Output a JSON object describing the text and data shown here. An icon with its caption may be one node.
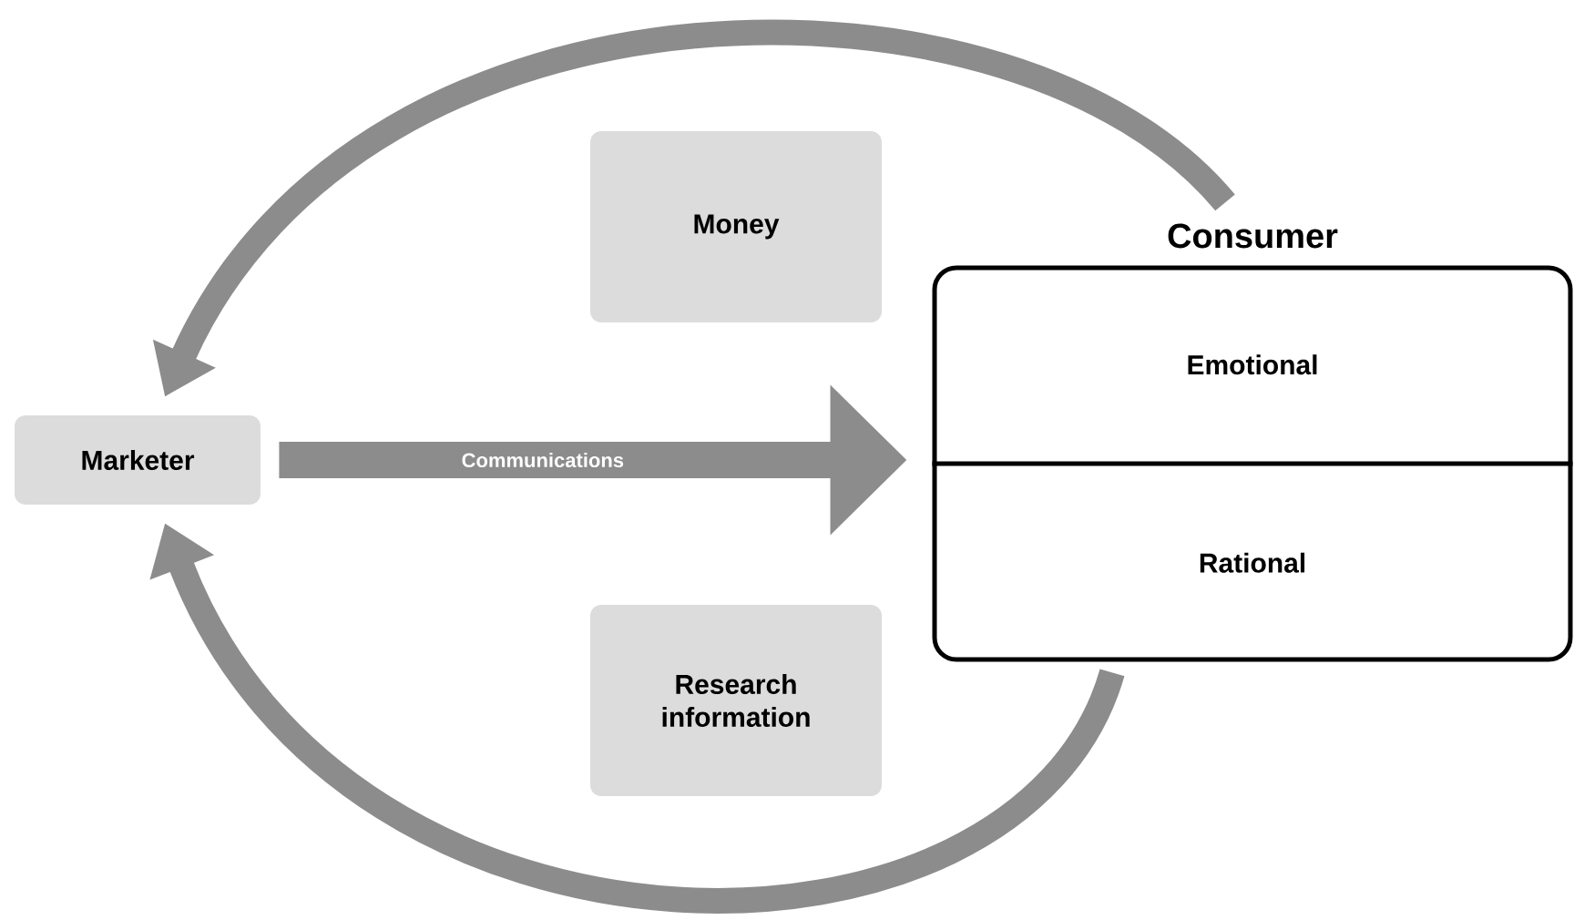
{
  "diagram": {
    "nodes": [
      {
        "text": [
          "Marketer"
        ]
      },
      {
        "text": [
          "Consumer"
        ]
      },
      {
        "text": [
          "Emotional"
        ],
        "in": 1
      },
      {
        "text": [
          "Rational"
        ],
        "in": 1
      },
      {
        "text": [
          "Money"
        ]
      },
      {
        "text": [
          "Research information"
        ]
      }
    ],
    "edges": [
      {
        "from": 0,
        "to": 1,
        "arrow": "to",
        "label": "Communications"
      },
      {
        "from": 1,
        "to": 0,
        "arrow": "to"
      },
      {
        "from": 1,
        "to": 0,
        "arrow": "to"
      }
    ]
  }
}
